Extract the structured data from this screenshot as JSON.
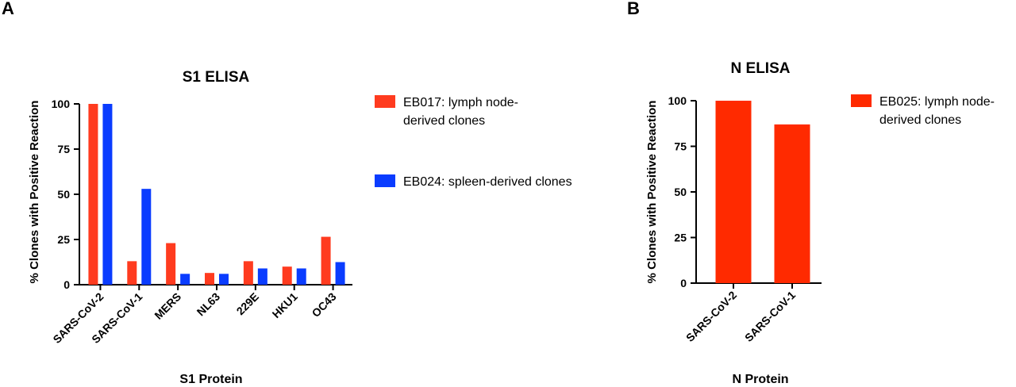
{
  "panels": {
    "a_letter": "A",
    "b_letter": "B"
  },
  "colors": {
    "red": "#ff3b1f",
    "blue": "#0a3cff",
    "red_n": "#ff2a00"
  },
  "chart_data": [
    {
      "type": "bar",
      "title": "S1 ELISA",
      "xlabel": "S1 Protein",
      "ylabel": "% Clones with Positive Reaction",
      "ylim": [
        0,
        100
      ],
      "yticks": [
        "0",
        "25",
        "50",
        "75",
        "100"
      ],
      "categories": [
        "SARS-CoV-2",
        "SARS-CoV-1",
        "MERS",
        "NL63",
        "229E",
        "HKU1",
        "OC43"
      ],
      "series": [
        {
          "name": "EB017: lymph node-derived clones",
          "legend_lines": [
            "EB017: lymph node-",
            "derived clones"
          ],
          "color": "#ff3b1f",
          "values": [
            100,
            13,
            23,
            6.5,
            13,
            10,
            26.5
          ]
        },
        {
          "name": "EB024: spleen-derived clones",
          "legend_lines": [
            "EB024: spleen-derived clones"
          ],
          "color": "#0a3cff",
          "values": [
            100,
            53,
            6,
            6,
            9,
            9,
            12.5
          ]
        }
      ],
      "legend_position": "right",
      "grid": false
    },
    {
      "type": "bar",
      "title": "N ELISA",
      "xlabel": "N Protein",
      "ylabel": "% Clones with Positive Reaction",
      "ylim": [
        0,
        100
      ],
      "yticks": [
        "0",
        "25",
        "50",
        "75",
        "100"
      ],
      "categories": [
        "SARS-CoV-2",
        "SARS-CoV-1"
      ],
      "series": [
        {
          "name": "EB025: lymph node-derived clones",
          "legend_lines": [
            "EB025: lymph node-",
            "derived clones"
          ],
          "color": "#ff2a00",
          "values": [
            100,
            87
          ]
        }
      ],
      "legend_position": "right",
      "grid": false
    }
  ]
}
